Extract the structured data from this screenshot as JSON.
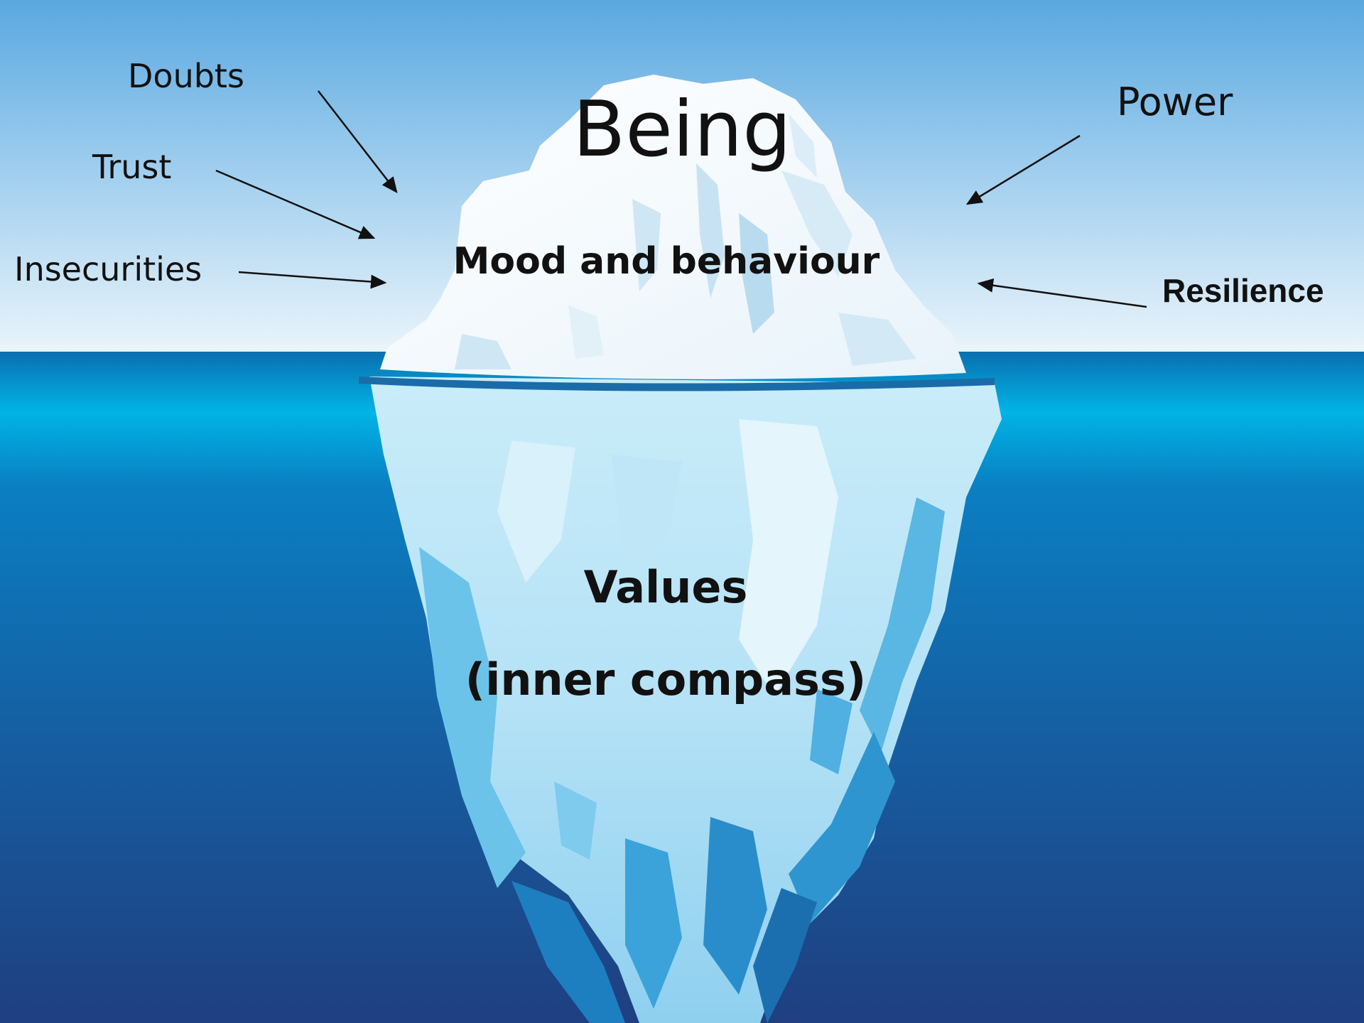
{
  "labels": {
    "being": "Being",
    "mood": "Mood and behaviour",
    "values": "Values",
    "compass": "(inner compass)",
    "doubts": "Doubts",
    "trust": "Trust",
    "insecurities": "Insecurities",
    "power": "Power",
    "resilience": "Resilience"
  },
  "colors": {
    "sky_top": "#5aa8e0",
    "sky_bottom": "#eaf4fa",
    "sea_surface": "#00b4e6",
    "sea_deep": "#1f3f80",
    "ice_white": "#ffffff",
    "ice_light": "#cdeefa",
    "ice_mid": "#6cc3ea",
    "ice_dark": "#1d7fc0",
    "text": "#111111"
  }
}
